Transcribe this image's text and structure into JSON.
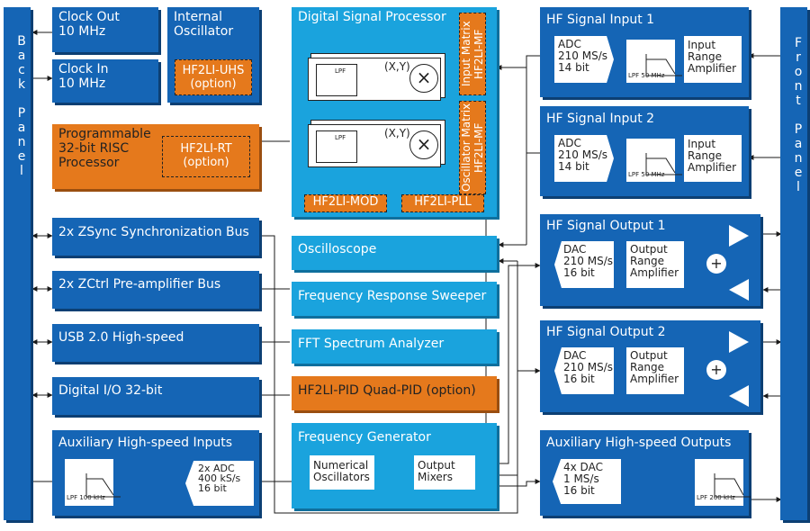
{
  "back_panel_label": "Back Panel",
  "front_panel_label": "Front Panel",
  "clock_out": "Clock Out\n10 MHz",
  "clock_in": "Clock In\n10 MHz",
  "internal_oscillator": "Internal\nOscillator",
  "uhs_option": "HF2LI-UHS\n(option)",
  "risc": "Programmable\n32-bit RISC\nProcessor",
  "rt_option": "HF2LI-RT\n(option)",
  "zsync": "2x ZSync Synchronization Bus",
  "zctrl": "2x ZCtrl Pre-amplifier Bus",
  "usb": "USB 2.0 High-speed",
  "dio": "Digital I/O 32-bit",
  "aux_in_title": "Auxiliary High-speed Inputs",
  "aux_in_lpf": "LPF 100 kHz",
  "aux_in_adc": "2x ADC\n400 kS/s\n16 bit",
  "dsp_title": "Digital Signal Processor",
  "lpf_label": "LPF",
  "mixer_label": "(X,Y)",
  "input_matrix": "Input Matrix\nHF2LI-MF",
  "osc_matrix": "Oscillator Matrix\nHF2LI-MF",
  "mod_option": "HF2LI-MOD",
  "pll_option": "HF2LI-PLL",
  "oscilloscope": "Oscilloscope",
  "sweeper": "Frequency Response Sweeper",
  "fft": "FFT Spectrum Analyzer",
  "pid": "HF2LI-PID Quad-PID (option)",
  "freq_gen_title": "Frequency Generator",
  "num_osc": "Numerical\nOscillators",
  "out_mixers": "Output\nMixers",
  "in1_title": "HF Signal Input 1",
  "in2_title": "HF Signal Input 2",
  "in_adc": "ADC\n210 MS/s\n14 bit",
  "in_lpf": "LPF 50 MHz",
  "in_amp": "Input\nRange\nAmplifier",
  "out1_title": "HF Signal Output 1",
  "out2_title": "HF Signal Output 2",
  "out_dac": "DAC\n210 MS/s\n16 bit",
  "out_amp": "Output\nRange\nAmplifier",
  "adder_symbol": "+",
  "aux_out_title": "Auxiliary High-speed Outputs",
  "aux_out_dac": "4x DAC\n1 MS/s\n16 bit",
  "aux_out_lpf": "LPF 200 kHz",
  "colors": {
    "dark_block": "#1565b5",
    "light_block": "#1aa3dd",
    "option": "#e5791c"
  }
}
